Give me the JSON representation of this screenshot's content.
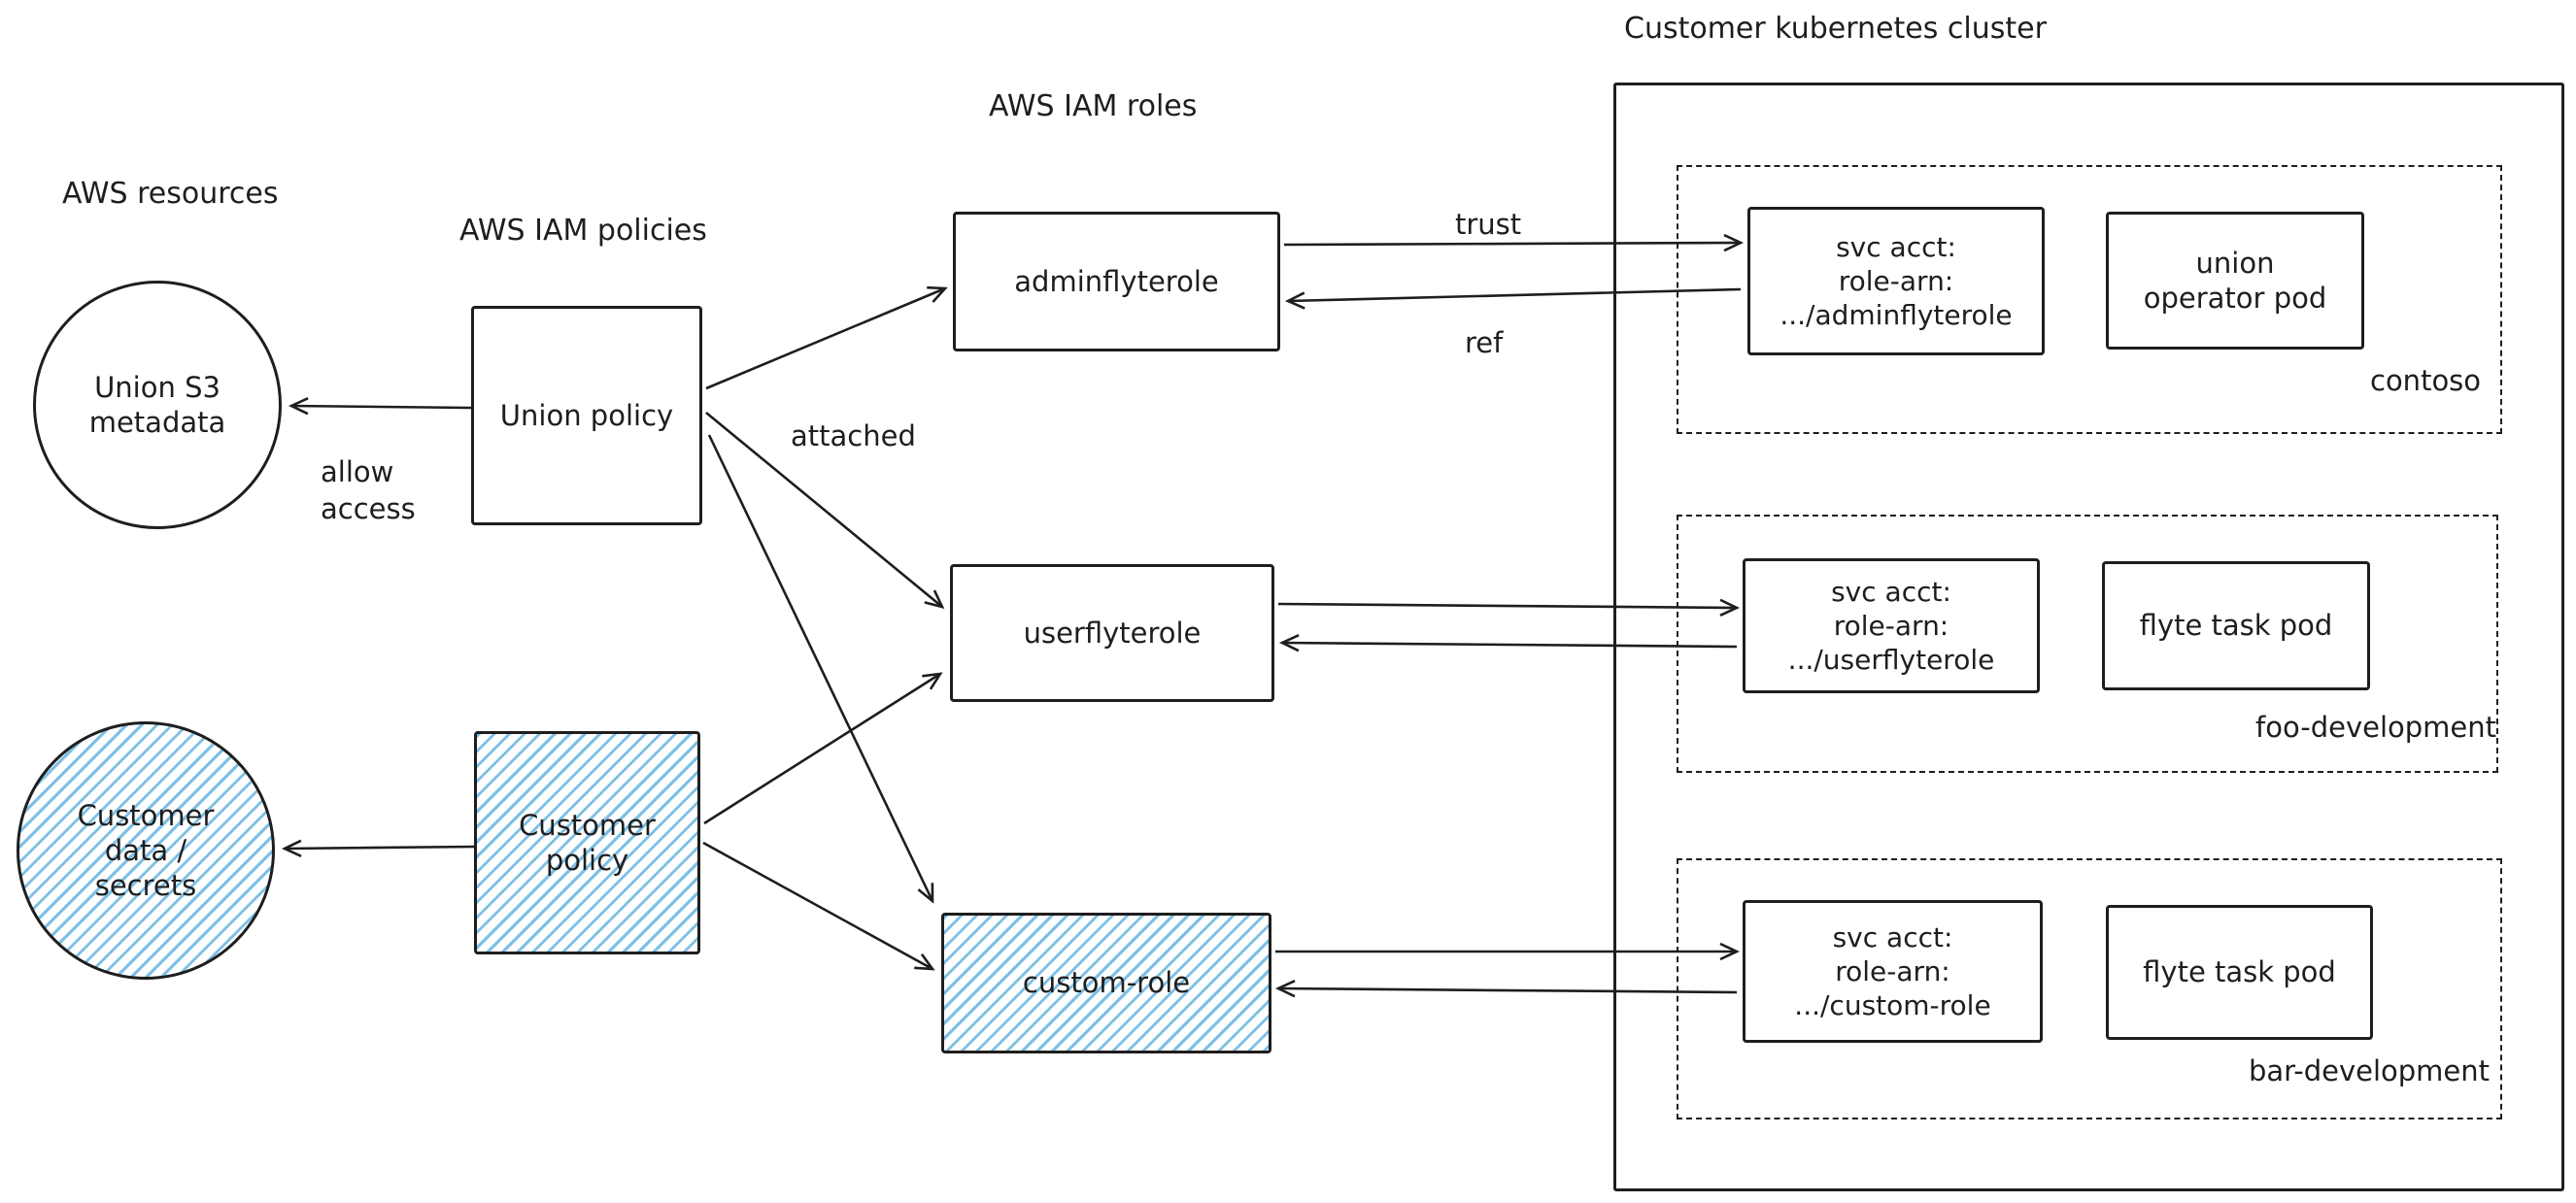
{
  "sections": {
    "aws_resources": "AWS resources",
    "aws_iam_policies": "AWS IAM policies",
    "aws_iam_roles": "AWS IAM roles",
    "cluster_title": "Customer kubernetes cluster"
  },
  "nodes": {
    "union_s3": "Union S3 metadata",
    "customer_data": "Customer data / secrets",
    "union_policy": "Union policy",
    "customer_policy": "Customer policy",
    "admin_role": "adminflyterole",
    "user_role": "userflyterole",
    "custom_role": "custom-role"
  },
  "edge_labels": {
    "trust": "trust",
    "ref": "ref",
    "attached": "attached",
    "allow_access": "allow access"
  },
  "cluster": {
    "namespaces": [
      {
        "name": "contoso",
        "svc": [
          "svc acct:",
          "role-arn:",
          ".../adminflyterole"
        ],
        "pod": "union operator pod"
      },
      {
        "name": "foo-development",
        "svc": [
          "svc acct:",
          "role-arn:",
          ".../userflyterole"
        ],
        "pod": "flyte task pod"
      },
      {
        "name": "bar-development",
        "svc": [
          "svc acct:",
          "role-arn:",
          ".../custom-role"
        ],
        "pod": "flyte task pod"
      }
    ]
  },
  "colors": {
    "stroke": "#1e1e1e",
    "hatch_blue": "#7dc0e6"
  }
}
